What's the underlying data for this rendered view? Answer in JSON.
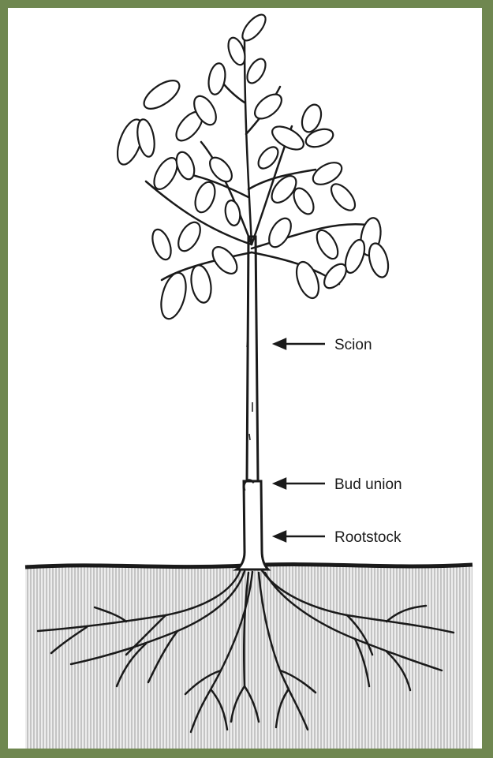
{
  "labels": {
    "scion": "Scion",
    "bud_union": "Bud union",
    "rootstock": "Rootstock"
  },
  "colors": {
    "frame": "#6f8750",
    "ink": "#1a1a1a",
    "soil_lines": "#9a9a9a",
    "soil_bg": "#ececec"
  }
}
